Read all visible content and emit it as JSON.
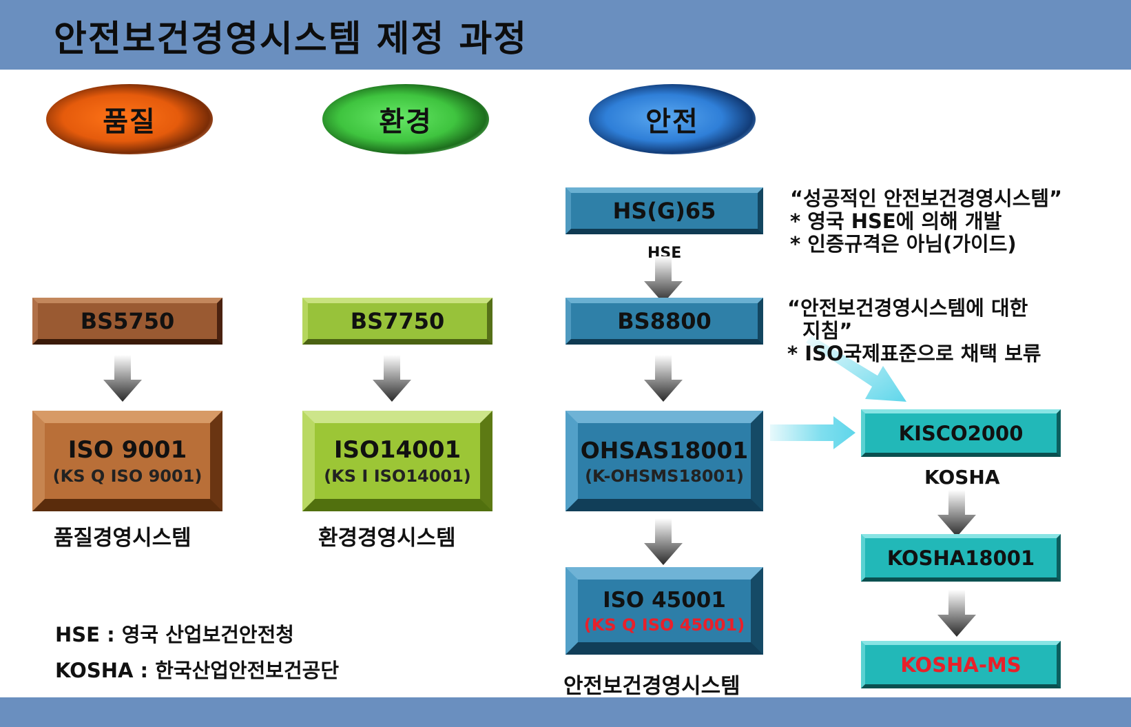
{
  "title": "안전보건경영시스템 제정 과정",
  "categories": {
    "quality": "품질",
    "environment": "환경",
    "safety": "안전"
  },
  "quality": {
    "box1": "BS5750",
    "box2_line1": "ISO 9001",
    "box2_line2": "(KS Q ISO 9001)",
    "caption": "품질경영시스템"
  },
  "environment": {
    "box1": "BS7750",
    "box2_line1": "ISO14001",
    "box2_line2": "(KS I ISO14001)",
    "caption": "환경경영시스템"
  },
  "safety": {
    "box0": "HS(G)65",
    "arrow_label": "HSE",
    "box1": "BS8800",
    "box2_line1": "OHSAS18001",
    "box2_line2": "(K-OHSMS18001)",
    "box3_line1": "ISO 45001",
    "box3_line2": "(KS Q ISO 45001)",
    "caption": "안전보건경영시스템"
  },
  "kosha": {
    "box1": "KISCO2000",
    "label": "KOSHA",
    "box2": "KOSHA18001",
    "box3": "KOSHA-MS"
  },
  "notes": {
    "hsg65": [
      "“성공적인 안전보건경영시스템”",
      "* 영국 HSE에 의해 개발",
      "* 인증규격은 아님(가이드)"
    ],
    "bs8800": [
      "“안전보건경영시스템에 대한",
      "지침”",
      "* ISO국제표준으로 채택 보류"
    ]
  },
  "legend": {
    "hse": "HSE : 영국 산업보건안전청",
    "kosha": "KOSHA : 한국산업안전보건공단"
  },
  "colors": {
    "header_bar": "#6a8fbf",
    "highlight_red": "#e8202a",
    "cyan_arrow": "#5fd6ea"
  }
}
